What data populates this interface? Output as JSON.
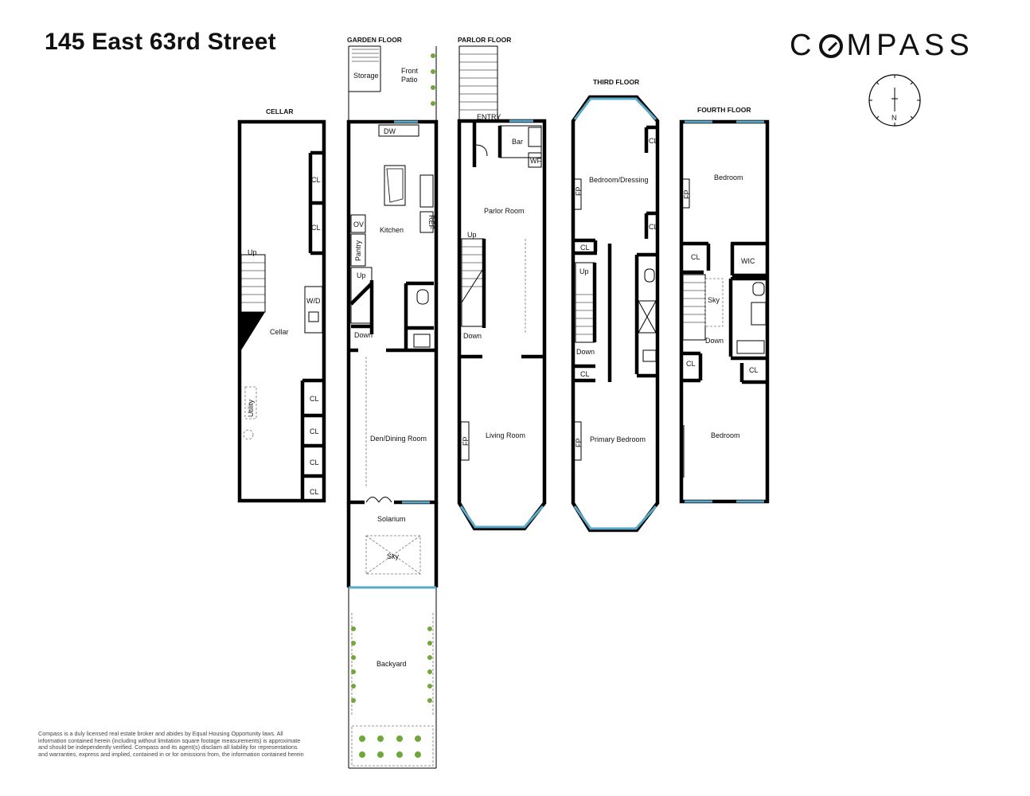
{
  "title": "145 East 63rd Street",
  "brand": {
    "prefix": "C",
    "suffix": "MPASS"
  },
  "compass_rose": {
    "north_label": "N",
    "icon": "compass-north-icon"
  },
  "floors": {
    "cellar": {
      "name": "CELLAR",
      "rooms": {
        "cellar": "Cellar",
        "utility": "Utility",
        "wd": "W/D",
        "up": "Up",
        "cl1": "CL",
        "cl2": "CL",
        "cl3": "CL",
        "cl4": "CL",
        "cl5": "CL",
        "cl6": "CL"
      }
    },
    "garden": {
      "name": "GARDEN FLOOR",
      "rooms": {
        "storage": "Storage",
        "front_patio": "Front\nPatio",
        "dw": "DW",
        "kitchen": "Kitchen",
        "ov": "OV",
        "ref": "REF",
        "pantry": "Pantry",
        "up": "Up",
        "down": "Down",
        "den": "Den/Dining Room",
        "solarium": "Solarium",
        "sky": "Sky",
        "backyard": "Backyard"
      }
    },
    "parlor": {
      "name": "PARLOR FLOOR",
      "rooms": {
        "entry": "ENTRY",
        "bar": "Bar",
        "wf": "WF",
        "parlor_room": "Parlor Room",
        "up": "Up",
        "down": "Down",
        "living_room": "Living Room",
        "fp": "FP"
      }
    },
    "third": {
      "name": "THIRD FLOOR",
      "rooms": {
        "bedroom_dressing": "Bedroom/Dressing",
        "fp1": "FP",
        "cl1": "CL",
        "cl2": "CL",
        "cl3": "CL",
        "cl4": "CL",
        "up": "Up",
        "down": "Down",
        "primary_bedroom": "Primary Bedroom",
        "fp2": "FP"
      }
    },
    "fourth": {
      "name": "FOURTH FLOOR",
      "rooms": {
        "bedroom1": "Bedroom",
        "fp": "FP",
        "cl1": "CL",
        "wic": "WIC",
        "sky": "Sky",
        "down": "Down",
        "cl2": "CL",
        "cl3": "CL",
        "bedroom2": "Bedroom"
      }
    }
  },
  "disclaimer": "Compass is a duly licensed real estate broker and abides by Equal Housing Opportunity laws. All information contained herein (including without limitation square footage measurements) is approximate and should be independently verified. Compass and its agent(s) disclaim all liability for representations and warranties, express and implied, contained in or for omissions from, the information contained herein"
}
